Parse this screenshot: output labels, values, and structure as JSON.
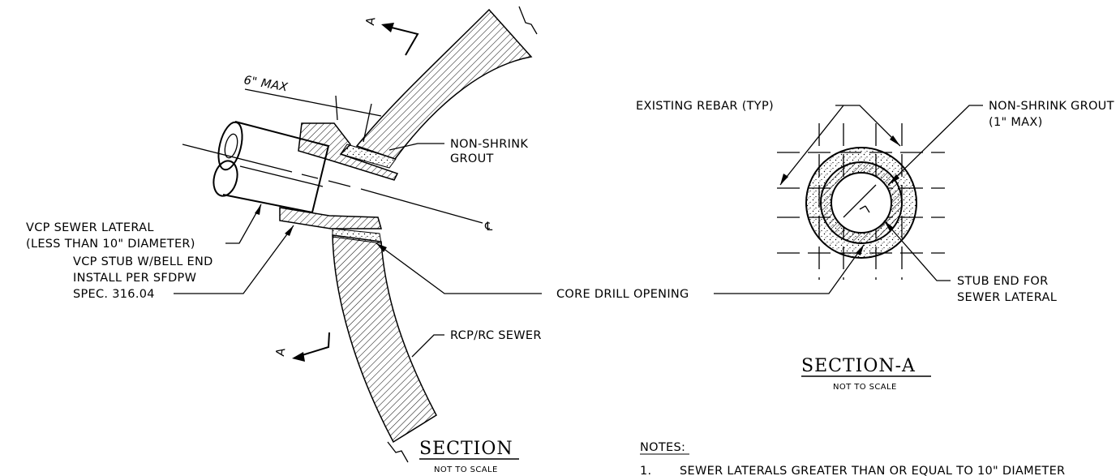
{
  "labels": {
    "six_max": "6\" MAX",
    "non_shrink_grout_1": "NON-SHRINK",
    "non_shrink_grout_2": "GROUT",
    "vcp_lateral_1": "VCP SEWER LATERAL",
    "vcp_lateral_2": "(LESS THAN 10\" DIAMETER)",
    "vcp_stub_1": "VCP STUB W/BELL END",
    "vcp_stub_2": "INSTALL PER SFDPW",
    "vcp_stub_3": "SPEC. 316.04",
    "centerline": "℄",
    "core_drill": "CORE DRILL OPENING",
    "rcp_sewer": "RCP/RC SEWER",
    "existing_rebar": "EXISTING REBAR (TYP)",
    "grout_max_1": "NON-SHRINK GROUT",
    "grout_max_2": "(1\" MAX)",
    "stub_end_1": "STUB END FOR",
    "stub_end_2": "SEWER LATERAL",
    "section_marker": "A"
  },
  "titles": {
    "section": "SECTION",
    "section_scale": "NOT TO SCALE",
    "section_a": "SECTION-A",
    "section_a_scale": "NOT TO SCALE"
  },
  "notes": {
    "heading": "NOTES:",
    "items": [
      {
        "num": "1.",
        "text": "SEWER LATERALS GREATER THAN OR EQUAL TO 10\" DIAMETER"
      }
    ]
  }
}
